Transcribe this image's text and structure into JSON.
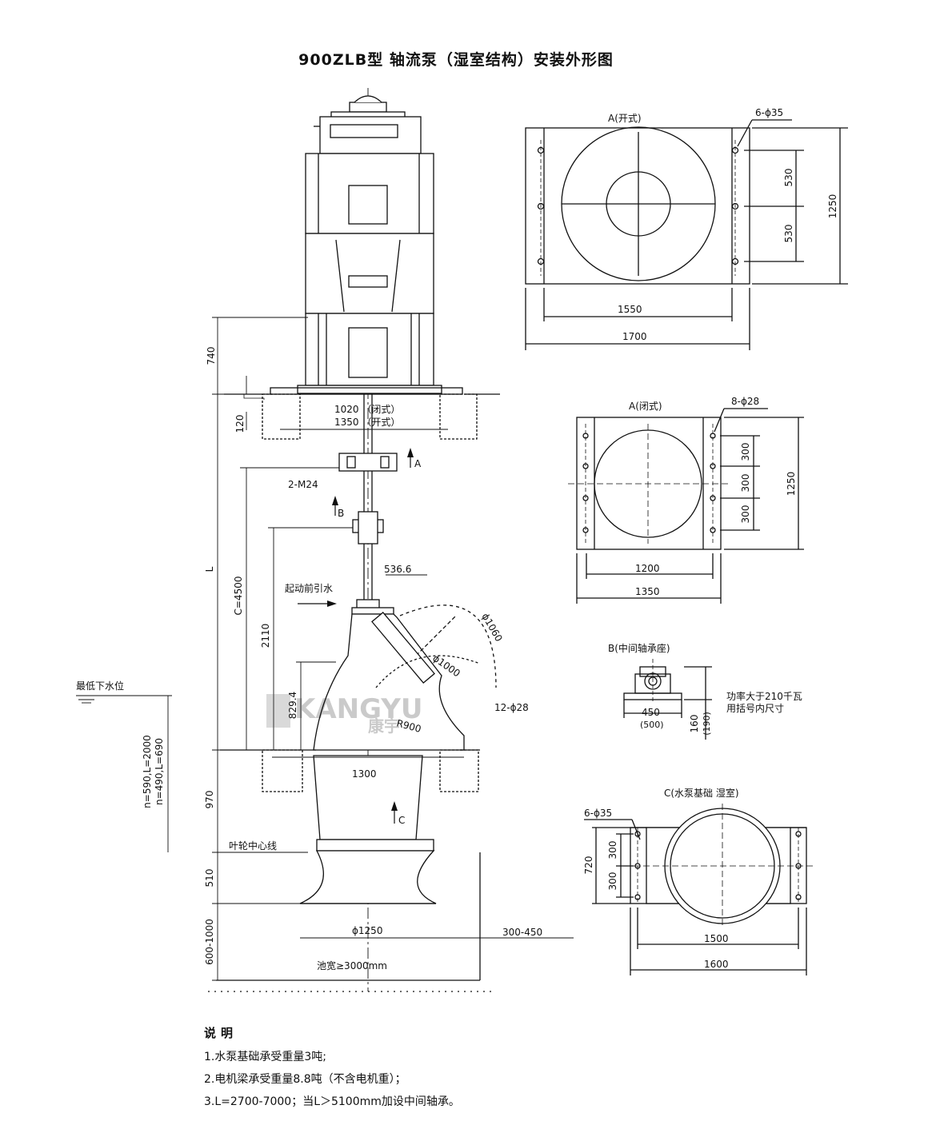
{
  "title": "900ZLB型 轴流泵（湿室结构）安装外形图",
  "main_view": {
    "dim_740": "740",
    "dim_120": "120",
    "dim_L": "L",
    "dim_C4500": "C=4500",
    "dim_2110": "2110",
    "dim_829": "829.4",
    "dim_970": "970",
    "dim_510": "510",
    "dim_600_1000": "600-1000",
    "n_values_1": "n=590,L=2000",
    "n_values_2": "n=490,L=690",
    "lowest_water": "最低下水位",
    "impeller_center": "叶轮中心线",
    "pool_width": "池宽≥3000mm",
    "dim_1020": "1020 （闭式）",
    "dim_1350": "1350 （开式）",
    "label_A": "A",
    "label_B": "B",
    "label_C": "C",
    "bolt_2m24": "2-M24",
    "prime_before_start": "起动前引水",
    "dim_536": "536.6",
    "dim_phi1060": "ϕ1060",
    "dim_phi1000": "ϕ1000",
    "dim_R900": "R900",
    "holes_12": "12-ϕ28",
    "dim_1300": "1300",
    "dim_phi1250": "ϕ1250",
    "dim_300_450": "300-450"
  },
  "view_a_open": {
    "title": "A(开式)",
    "holes": "6-ϕ35",
    "dim_530a": "530",
    "dim_530b": "530",
    "dim_1250": "1250",
    "dim_1550": "1550",
    "dim_1700": "1700"
  },
  "view_a_closed": {
    "title": "A(闭式)",
    "holes": "8-ϕ28",
    "dim_300a": "300",
    "dim_300b": "300",
    "dim_300c": "300",
    "dim_1250": "1250",
    "dim_1200": "1200",
    "dim_1350": "1350"
  },
  "view_b": {
    "title": "B(中间轴承座)",
    "dim_450": "450",
    "dim_500": "(500)",
    "dim_160": "160",
    "dim_190": "(190)",
    "note_1": "功率大于210千瓦",
    "note_2": "用括号内尺寸"
  },
  "view_c": {
    "title": "C(水泵基础 湿室)",
    "holes": "6-ϕ35",
    "dim_720": "720",
    "dim_300a": "300",
    "dim_300b": "300",
    "dim_1500": "1500",
    "dim_1600": "1600"
  },
  "watermark": {
    "text": "KANGYU",
    "cn": "康宇"
  },
  "notes": {
    "heading": "说明",
    "items": [
      "1.水泵基础承受重量3吨;",
      "2.电机梁承受重量8.8吨（不含电机重）；",
      "3.L=2700-7000；当L＞5100mm加设中间轴承。"
    ]
  }
}
